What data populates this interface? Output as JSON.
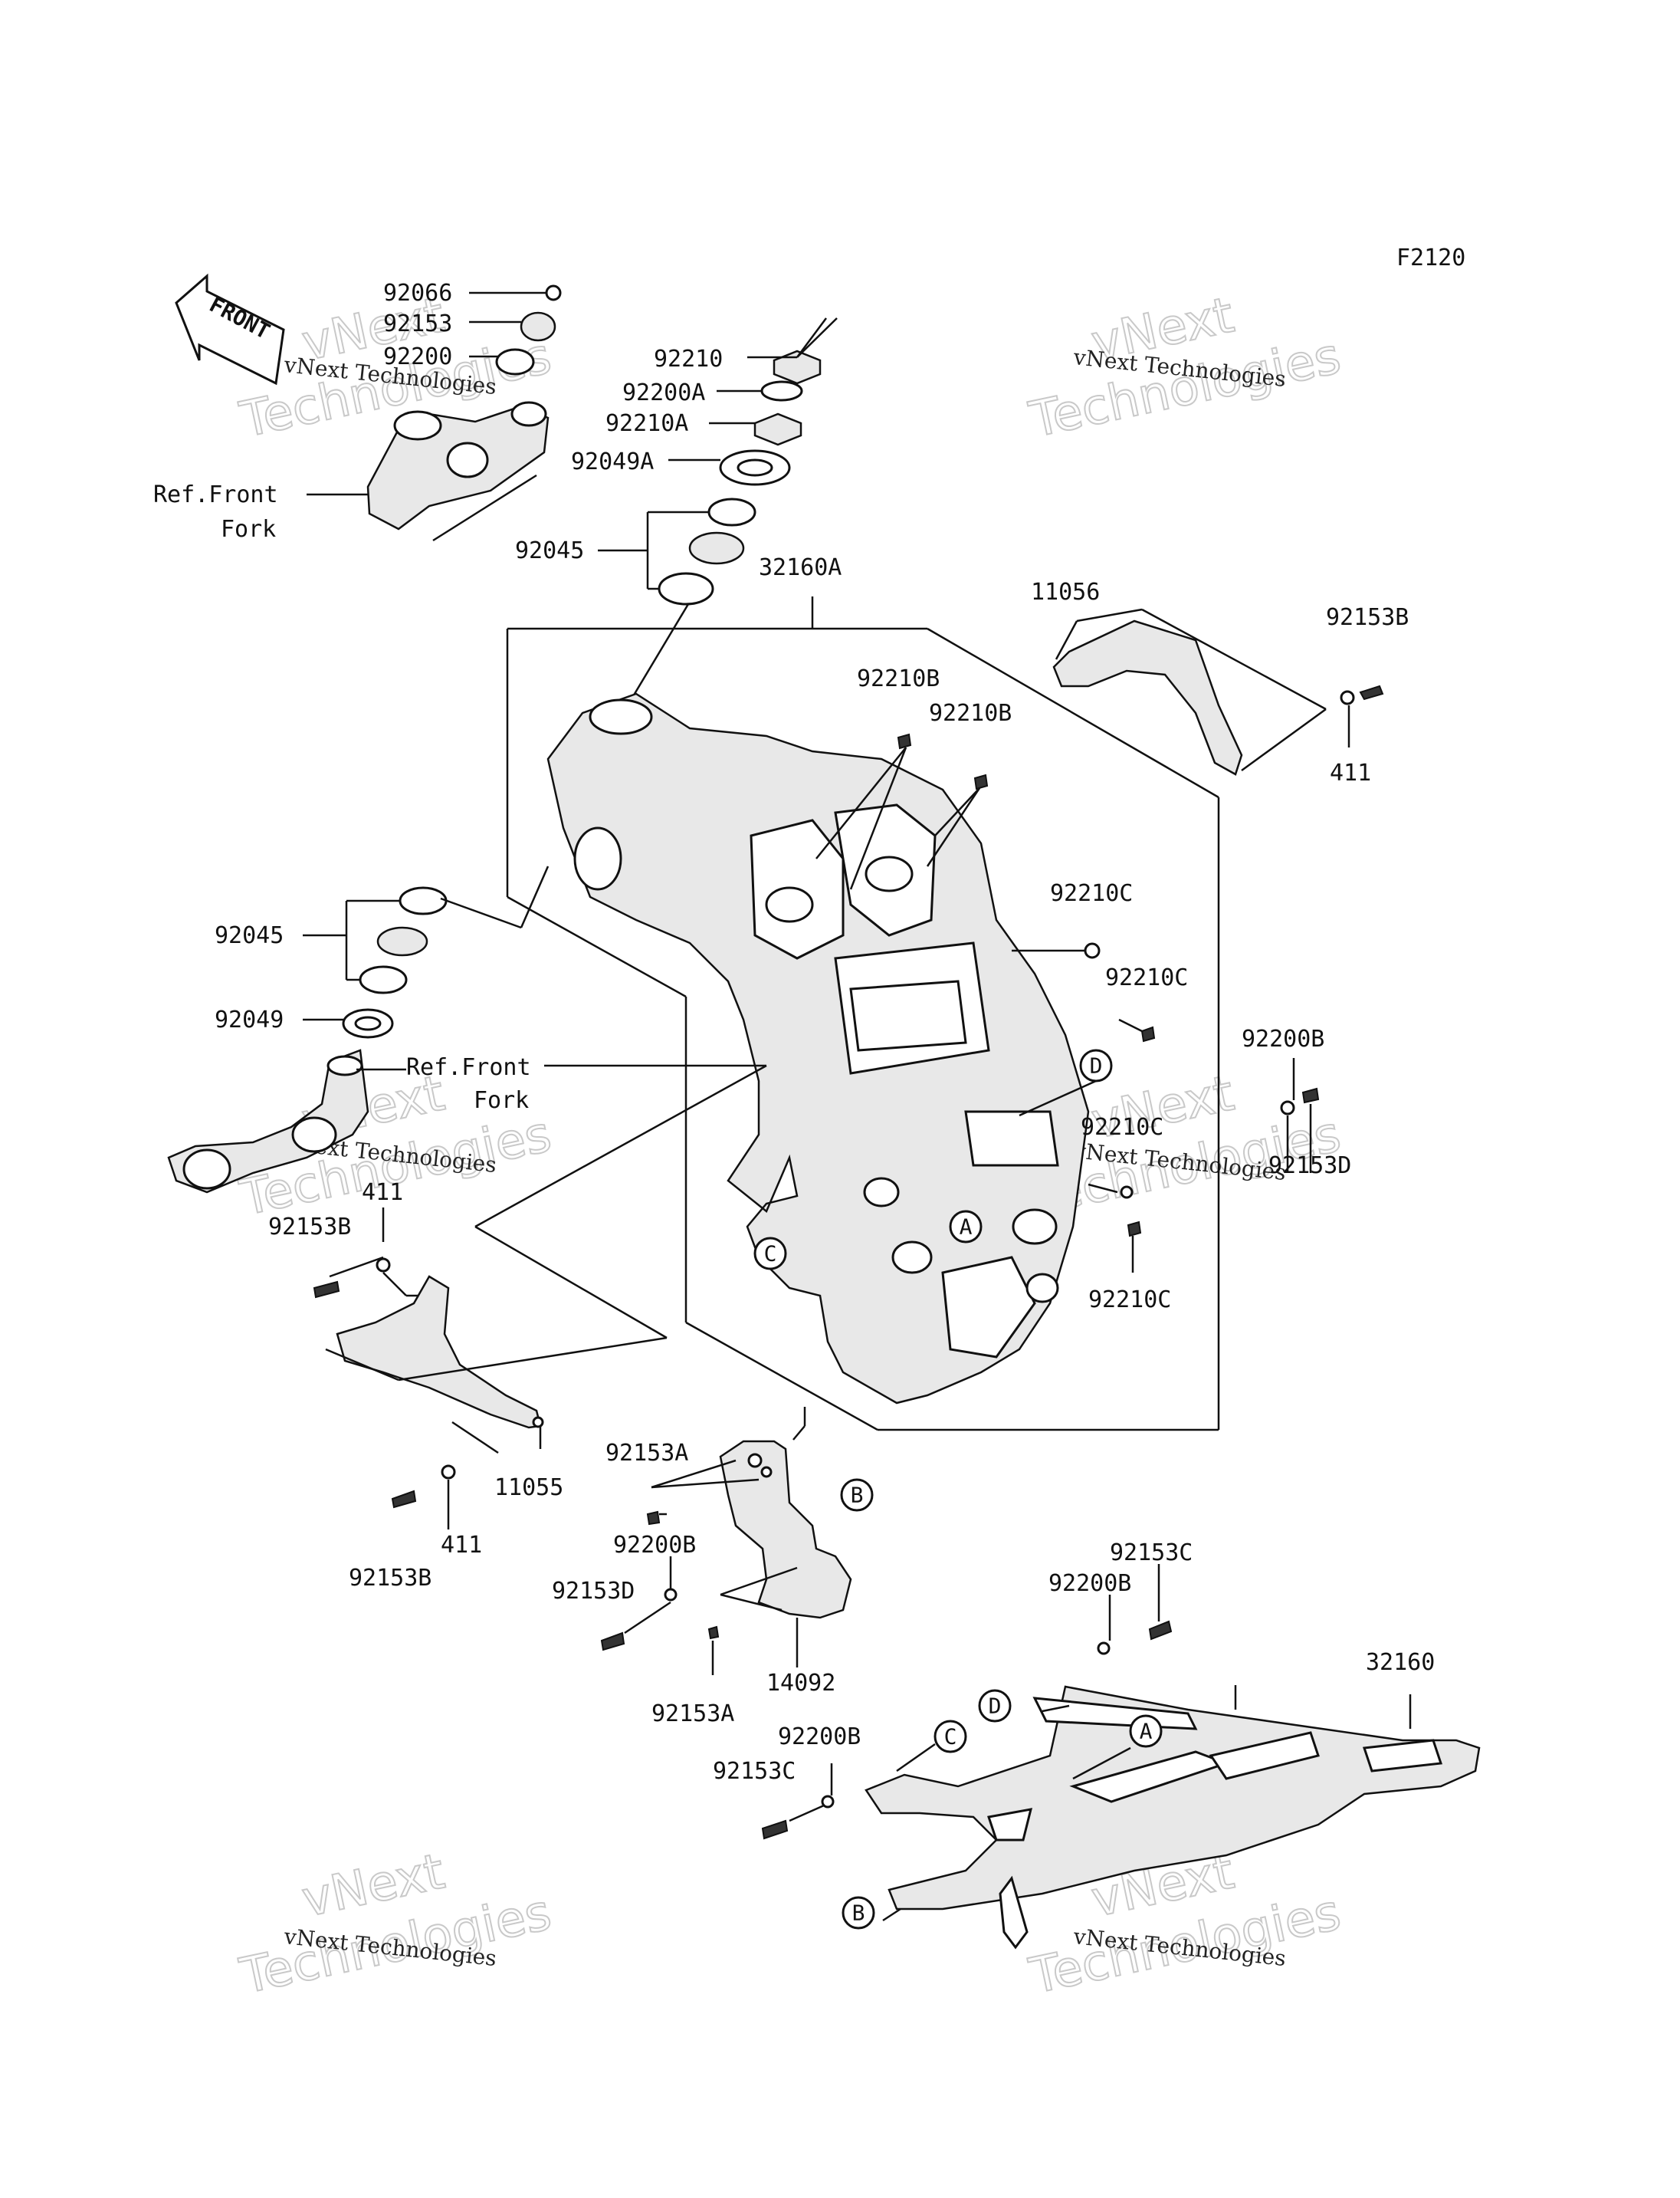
{
  "diagram_code": "F2120",
  "front_badge": "FRONT",
  "watermark": {
    "company": "vNext Technologies",
    "line1": "vNext",
    "line2": "Technologies"
  },
  "ref_labels": {
    "top_ref_front_fork_line1": "Ref.Front",
    "top_ref_front_fork_line2": "Fork",
    "mid_ref_front_fork_line1": "Ref.Front",
    "mid_ref_front_fork_line2": "Fork"
  },
  "part_labels": {
    "p92066": "92066",
    "p92153": "92153",
    "p92200": "92200",
    "p92210": "92210",
    "p92200A": "92200A",
    "p92210A": "92210A",
    "p92049A": "92049A",
    "p92045_top": "92045",
    "p32160A": "32160A",
    "p11056": "11056",
    "p92153B_top": "92153B",
    "p411_top": "411",
    "p92210B_1": "92210B",
    "p92210B_2": "92210B",
    "p92210C_1": "92210C",
    "p92210C_2": "92210C",
    "p92210C_3": "92210C",
    "p92210C_4": "92210C",
    "p92200B_right": "92200B",
    "p92153D_right": "92153D",
    "p92045_left": "92045",
    "p92049": "92049",
    "p411_left": "411",
    "p92153B_left": "92153B",
    "p11055": "11055",
    "p411_bottom": "411",
    "p92153B_bottom": "92153B",
    "p92153A_1": "92153A",
    "p92200B_mid": "92200B",
    "p92153D_mid": "92153D",
    "p14092": "14092",
    "p92153A_2": "92153A",
    "p92153C_top": "92153C",
    "p92200B_lower": "92200B",
    "p32160": "32160",
    "p92200B_bottom": "92200B",
    "p92153C_bottom": "92153C"
  },
  "callouts": {
    "A": "A",
    "B": "B",
    "C": "C",
    "D": "D"
  }
}
